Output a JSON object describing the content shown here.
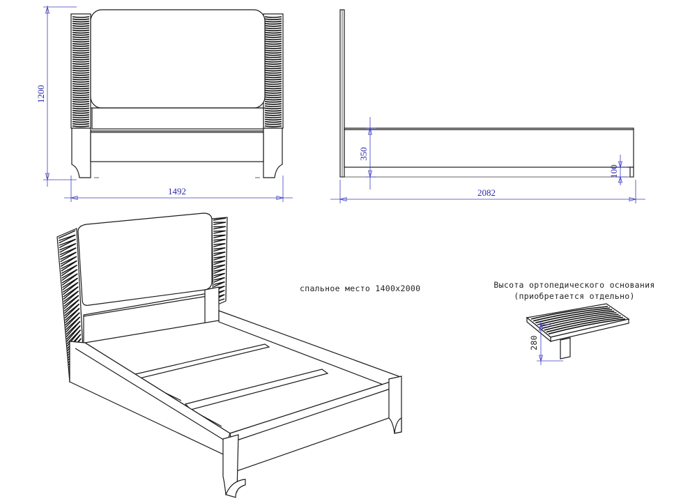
{
  "dimensions": {
    "front_height": "1200",
    "front_width": "1492",
    "side_length": "2082",
    "side_frame_height": "350",
    "side_leg_height": "100",
    "base_height": "280"
  },
  "notes": {
    "sleeping_area": "спальное место 1400х2000",
    "base_line1": "Высота ортопедического основания",
    "base_line2": "(приобретается отдельно)"
  },
  "colors": {
    "line": "#1a1a1a",
    "dimension": "#3b3bbf"
  }
}
